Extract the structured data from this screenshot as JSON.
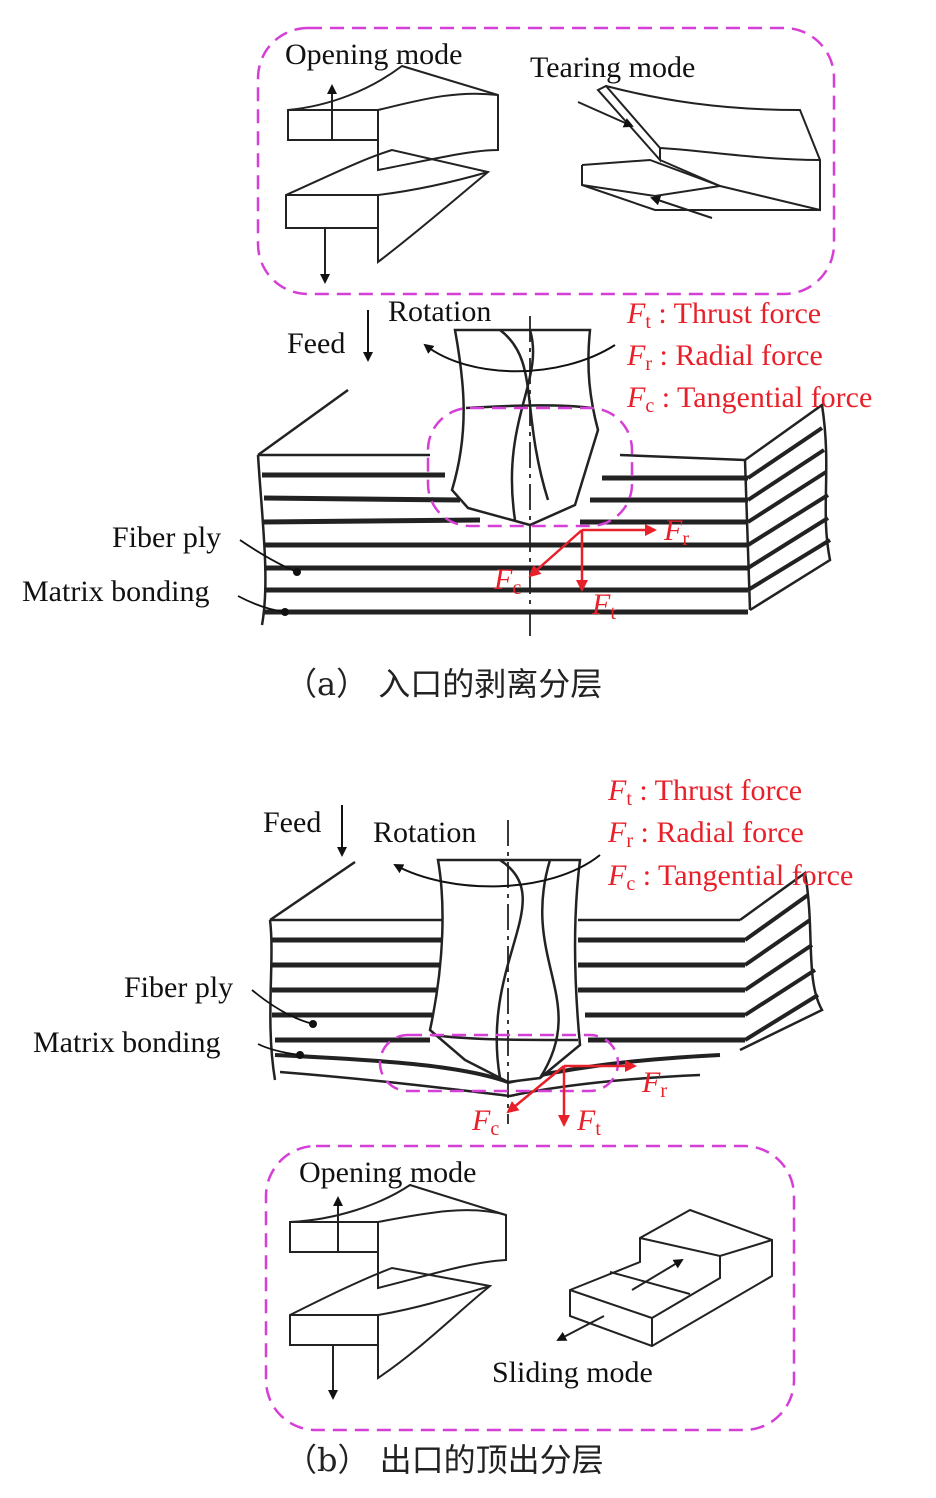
{
  "panel_a": {
    "top_modes": {
      "opening": "Opening mode",
      "tearing": "Tearing mode"
    },
    "rotation": "Rotation",
    "feed": "Feed",
    "legend": [
      {
        "symbol": "F",
        "sub": "t",
        "text": ": Thrust force"
      },
      {
        "symbol": "F",
        "sub": "r",
        "text": ": Radial force"
      },
      {
        "symbol": "F",
        "sub": "c",
        "text": ": Tangential force"
      }
    ],
    "fiber_ply": "Fiber ply",
    "matrix_bonding": "Matrix bonding",
    "forces": {
      "fr_sub": "r",
      "fc_sub": "c",
      "ft_sub": "t",
      "symbol": "F"
    },
    "caption": "（a） 入口的剥离分层"
  },
  "panel_b": {
    "feed": "Feed",
    "rotation": "Rotation",
    "legend": [
      {
        "symbol": "F",
        "sub": "t",
        "text": ": Thrust force"
      },
      {
        "symbol": "F",
        "sub": "r",
        "text": ": Radial force"
      },
      {
        "symbol": "F",
        "sub": "c",
        "text": ": Tangential force"
      }
    ],
    "fiber_ply": "Fiber ply",
    "matrix_bonding": "Matrix bonding",
    "forces": {
      "fr_sub": "r",
      "fc_sub": "c",
      "ft_sub": "t",
      "symbol": "F"
    },
    "bottom_modes": {
      "opening": "Opening mode",
      "sliding": "Sliding mode"
    },
    "caption": "（b） 出口的顶出分层"
  },
  "colors": {
    "dashed_box": "#d63fd6",
    "force_arrow": "#e8202a",
    "line": "#222222"
  }
}
